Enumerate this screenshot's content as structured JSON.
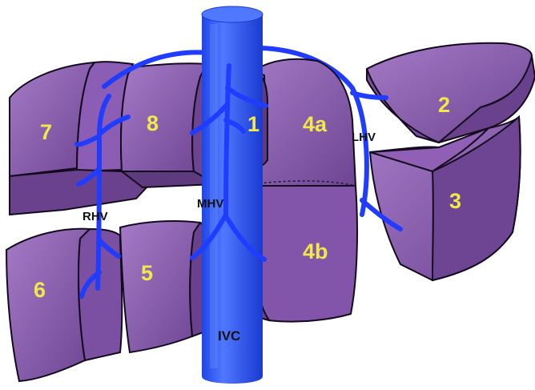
{
  "colors": {
    "background": "#ffffff",
    "segment_fill": "#8a5ab0",
    "segment_light": "#a77cc9",
    "segment_dark": "#5f3a80",
    "outline": "#140a1e",
    "vein": "#1f3cff",
    "ivc": "#2b57f0",
    "ivc_highlight": "#5f84ff",
    "segment_number": "#f2e84a",
    "vein_label": "#111111"
  },
  "segments": {
    "s1": "1",
    "s2": "2",
    "s3": "3",
    "s4a": "4a",
    "s4b": "4b",
    "s5": "5",
    "s6": "6",
    "s7": "7",
    "s8": "8"
  },
  "veins": {
    "rhv": "RHV",
    "mhv": "MHV",
    "lhv": "LHV",
    "ivc": "IVC"
  }
}
